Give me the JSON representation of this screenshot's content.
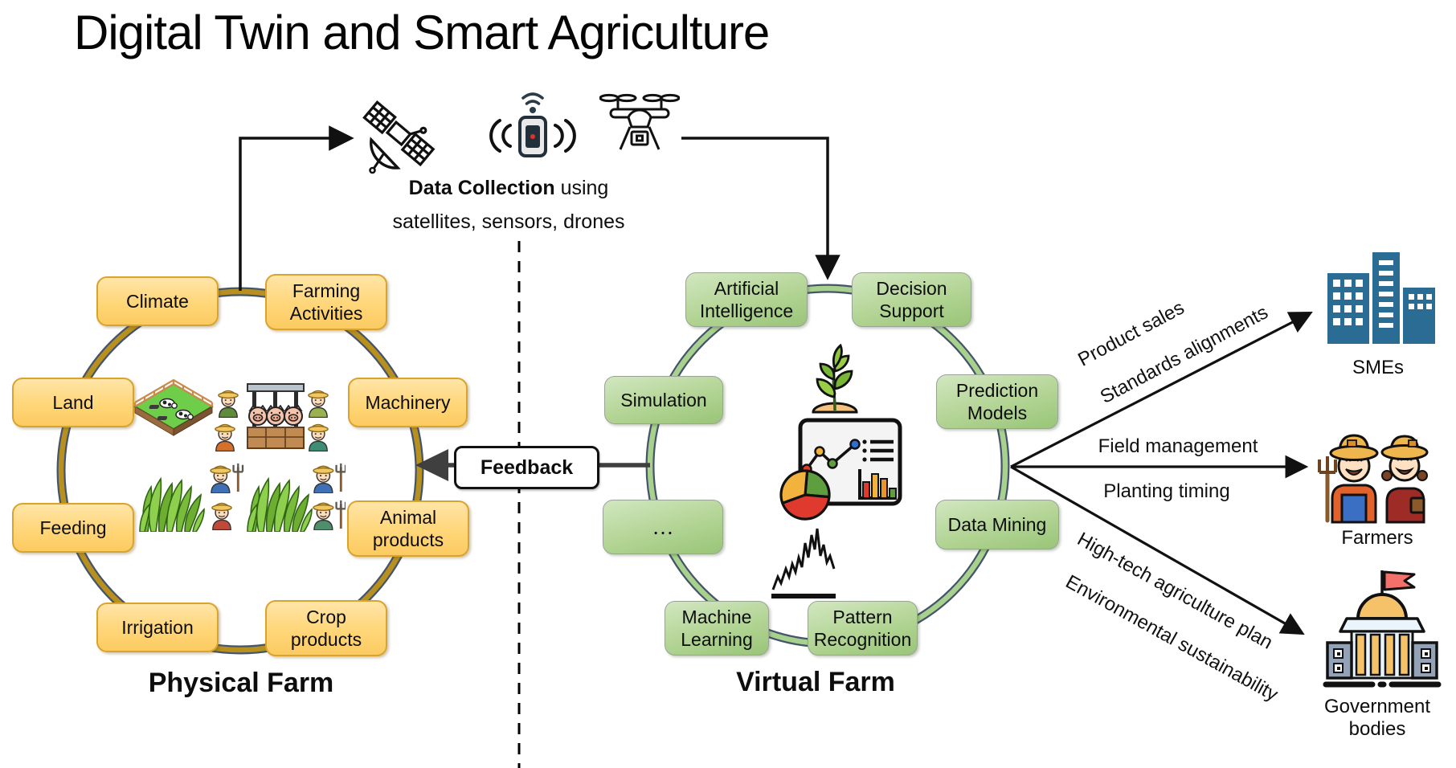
{
  "title": "Digital Twin and Smart Agriculture",
  "data_collection": {
    "heading_bold": "Data Collection",
    "heading_rest": " using",
    "subtitle": "satellites, sensors, drones",
    "icons": [
      "satellite-icon",
      "wireless-sensor-icon",
      "drone-icon"
    ]
  },
  "feedback": {
    "label": "Feedback"
  },
  "physical_farm": {
    "title": "Physical Farm",
    "nodes": [
      {
        "label": "Climate"
      },
      {
        "label": "Farming\nActivities"
      },
      {
        "label": "Land"
      },
      {
        "label": "Machinery"
      },
      {
        "label": "Feeding"
      },
      {
        "label": "Animal\nproducts"
      },
      {
        "label": "Irrigation"
      },
      {
        "label": "Crop\nproducts"
      }
    ],
    "interior_icons": [
      "cow-pasture-icon",
      "pig-pen-icon",
      "farmer-icons",
      "corn-crop-icons"
    ]
  },
  "virtual_farm": {
    "title": "Virtual Farm",
    "nodes": [
      {
        "label": "Artificial\nIntelligence"
      },
      {
        "label": "Decision\nSupport"
      },
      {
        "label": "Simulation"
      },
      {
        "label": "Prediction\nModels"
      },
      {
        "label": "…"
      },
      {
        "label": "Data Mining"
      },
      {
        "label": "Machine\nLearning"
      },
      {
        "label": "Pattern\nRecognition"
      }
    ],
    "interior_icons": [
      "seedling-icon",
      "analytics-dashboard-icon",
      "trend-line-icon"
    ]
  },
  "stakeholders": [
    {
      "name": "SMEs",
      "icon": "smes-buildings-icon",
      "arrow_labels": [
        "Product sales",
        "Standards alignments"
      ]
    },
    {
      "name": "Farmers",
      "icon": "farmers-icon",
      "arrow_labels": [
        "Field management",
        "Planting timing"
      ]
    },
    {
      "name": "Government\nbodies",
      "icon": "government-building-icon",
      "arrow_labels": [
        "High-tech agriculture plan",
        "Environmental sustainability"
      ]
    }
  ],
  "colors": {
    "physical_ring": "#B8901F",
    "virtual_ring": "#A9D18E",
    "ring_outline": "#44546A",
    "physical_box_fill": "#FFD678",
    "physical_box_border": "#D9A42E",
    "virtual_box_fill": "#B2D494",
    "stakeholder_blue": "#2B6C94",
    "arrow_black": "#111111",
    "feedback_arrow_gray": "#3F3F3F"
  }
}
